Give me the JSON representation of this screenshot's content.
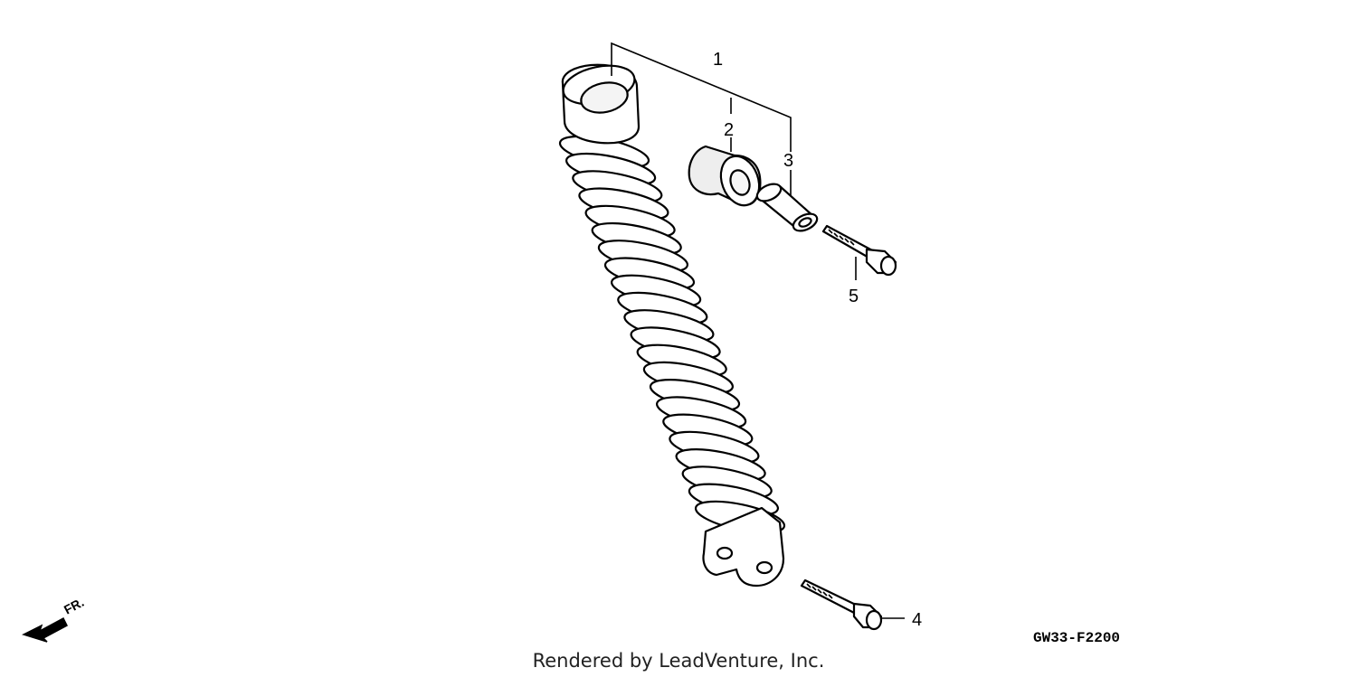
{
  "diagram": {
    "callouts": [
      {
        "id": "1",
        "text": "1"
      },
      {
        "id": "2",
        "text": "2"
      },
      {
        "id": "3",
        "text": "3"
      },
      {
        "id": "4",
        "text": "4"
      },
      {
        "id": "5",
        "text": "5"
      }
    ],
    "direction_label": "FR.",
    "figure_code": "GW33-F2200",
    "credit": "Rendered by LeadVenture, Inc."
  },
  "colors": {
    "line": "#000000",
    "background": "#ffffff"
  },
  "icons": [
    "front-direction-arrow-icon"
  ]
}
